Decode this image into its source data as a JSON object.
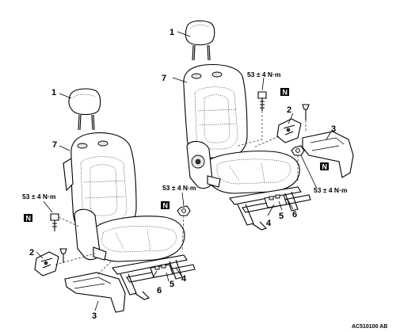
{
  "callouts": {
    "headrest": "1",
    "cover": "2",
    "side_panel": "3",
    "seat_slide_outer": "4",
    "seat_slide_inner": "5",
    "seat_slide_rear": "6",
    "seat_back": "7"
  },
  "torque": "53 ± 4 N·m",
  "note_marker": "N",
  "figure_code": "AC510100 AB"
}
